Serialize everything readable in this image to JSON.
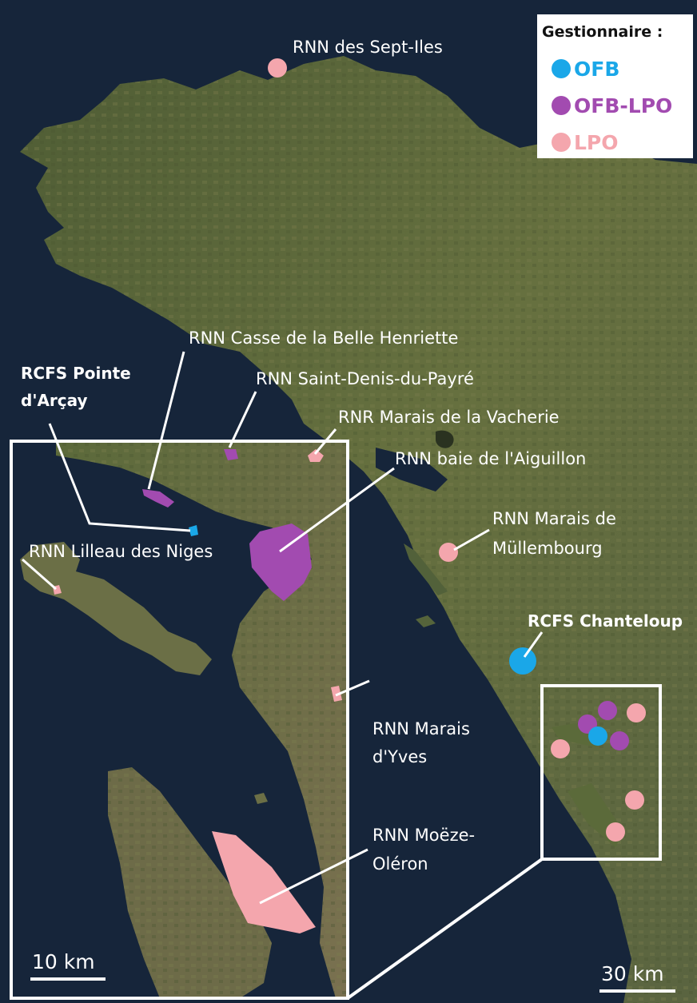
{
  "colors": {
    "ofb": "#1aa7e8",
    "ofb_lpo": "#a24bb0",
    "lpo": "#f4a6ad",
    "sea": "#16253a",
    "land": "#5d6a3c",
    "label": "#ffffff"
  },
  "legend": {
    "title": "Gestionnaire :",
    "items": [
      {
        "key": "ofb",
        "label": "OFB",
        "color": "#1aa7e8"
      },
      {
        "key": "ofb_lpo",
        "label": "OFB-LPO",
        "color": "#a24bb0"
      },
      {
        "key": "lpo",
        "label": "LPO",
        "color": "#f4a6ad"
      }
    ]
  },
  "labels": {
    "sept_iles": "RNN des Sept-Iles",
    "casse": "RNN Casse de la Belle Henriette",
    "rcfs_arcay_line1": "RCFS Pointe",
    "rcfs_arcay_line2": "d'Arçay",
    "saint_denis": "RNN Saint-Denis-du-Payré",
    "vacherie": "RNR Marais de la Vacherie",
    "aiguillon": "RNN baie de l'Aiguillon",
    "mullembourg_line1": "RNN Marais de",
    "mullembourg_line2": "Müllembourg",
    "lilleau": "RNN Lilleau des Niges",
    "chanteloup": "RCFS Chanteloup",
    "yves_line1": "RNN Marais",
    "yves_line2": "d'Yves",
    "moeze_line1": "RNN Moëze-",
    "moeze_line2": "Oléron"
  },
  "scales": {
    "inset": "10 km",
    "main": "30 km"
  }
}
